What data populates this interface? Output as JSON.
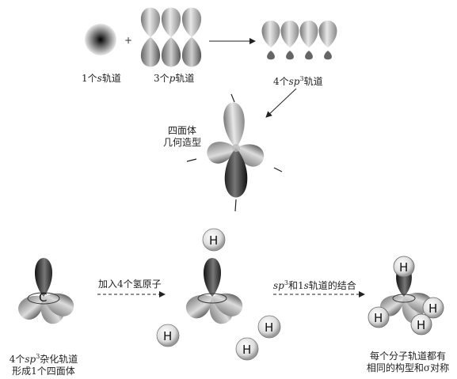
{
  "top": {
    "s_label": {
      "count": "1个",
      "sym": "s",
      "suffix": "轨道"
    },
    "p_label": {
      "count": "3个",
      "sym": "p",
      "suffix": "轨道"
    },
    "sp3_label": {
      "count": "4个",
      "sym": "sp",
      "sup": "3",
      "suffix": "轨道"
    },
    "plus": "+",
    "tetra_label": [
      "四面体",
      "几何造型"
    ]
  },
  "bottom": {
    "carbon": "C",
    "hydrogen": "H",
    "left_label": {
      "l1_pre": "4个",
      "l1_sym": "sp",
      "l1_sup": "3",
      "l1_post": "杂化轨道",
      "l2": "形成1个四面体"
    },
    "arrow1_label": "加入4个氢原子",
    "arrow2_label": {
      "pre": "sp",
      "sup": "3",
      "mid": "和1",
      "sym": "s",
      "post": "轨道的结合"
    },
    "right_label": [
      "每个分子轨道都有",
      "相同的构型和σ对称"
    ]
  },
  "colors": {
    "lobe_light": "#e6e6e6",
    "lobe_dark": "#4a4a4a",
    "line": "#222222",
    "h_sphere": "#d8d8d8"
  }
}
